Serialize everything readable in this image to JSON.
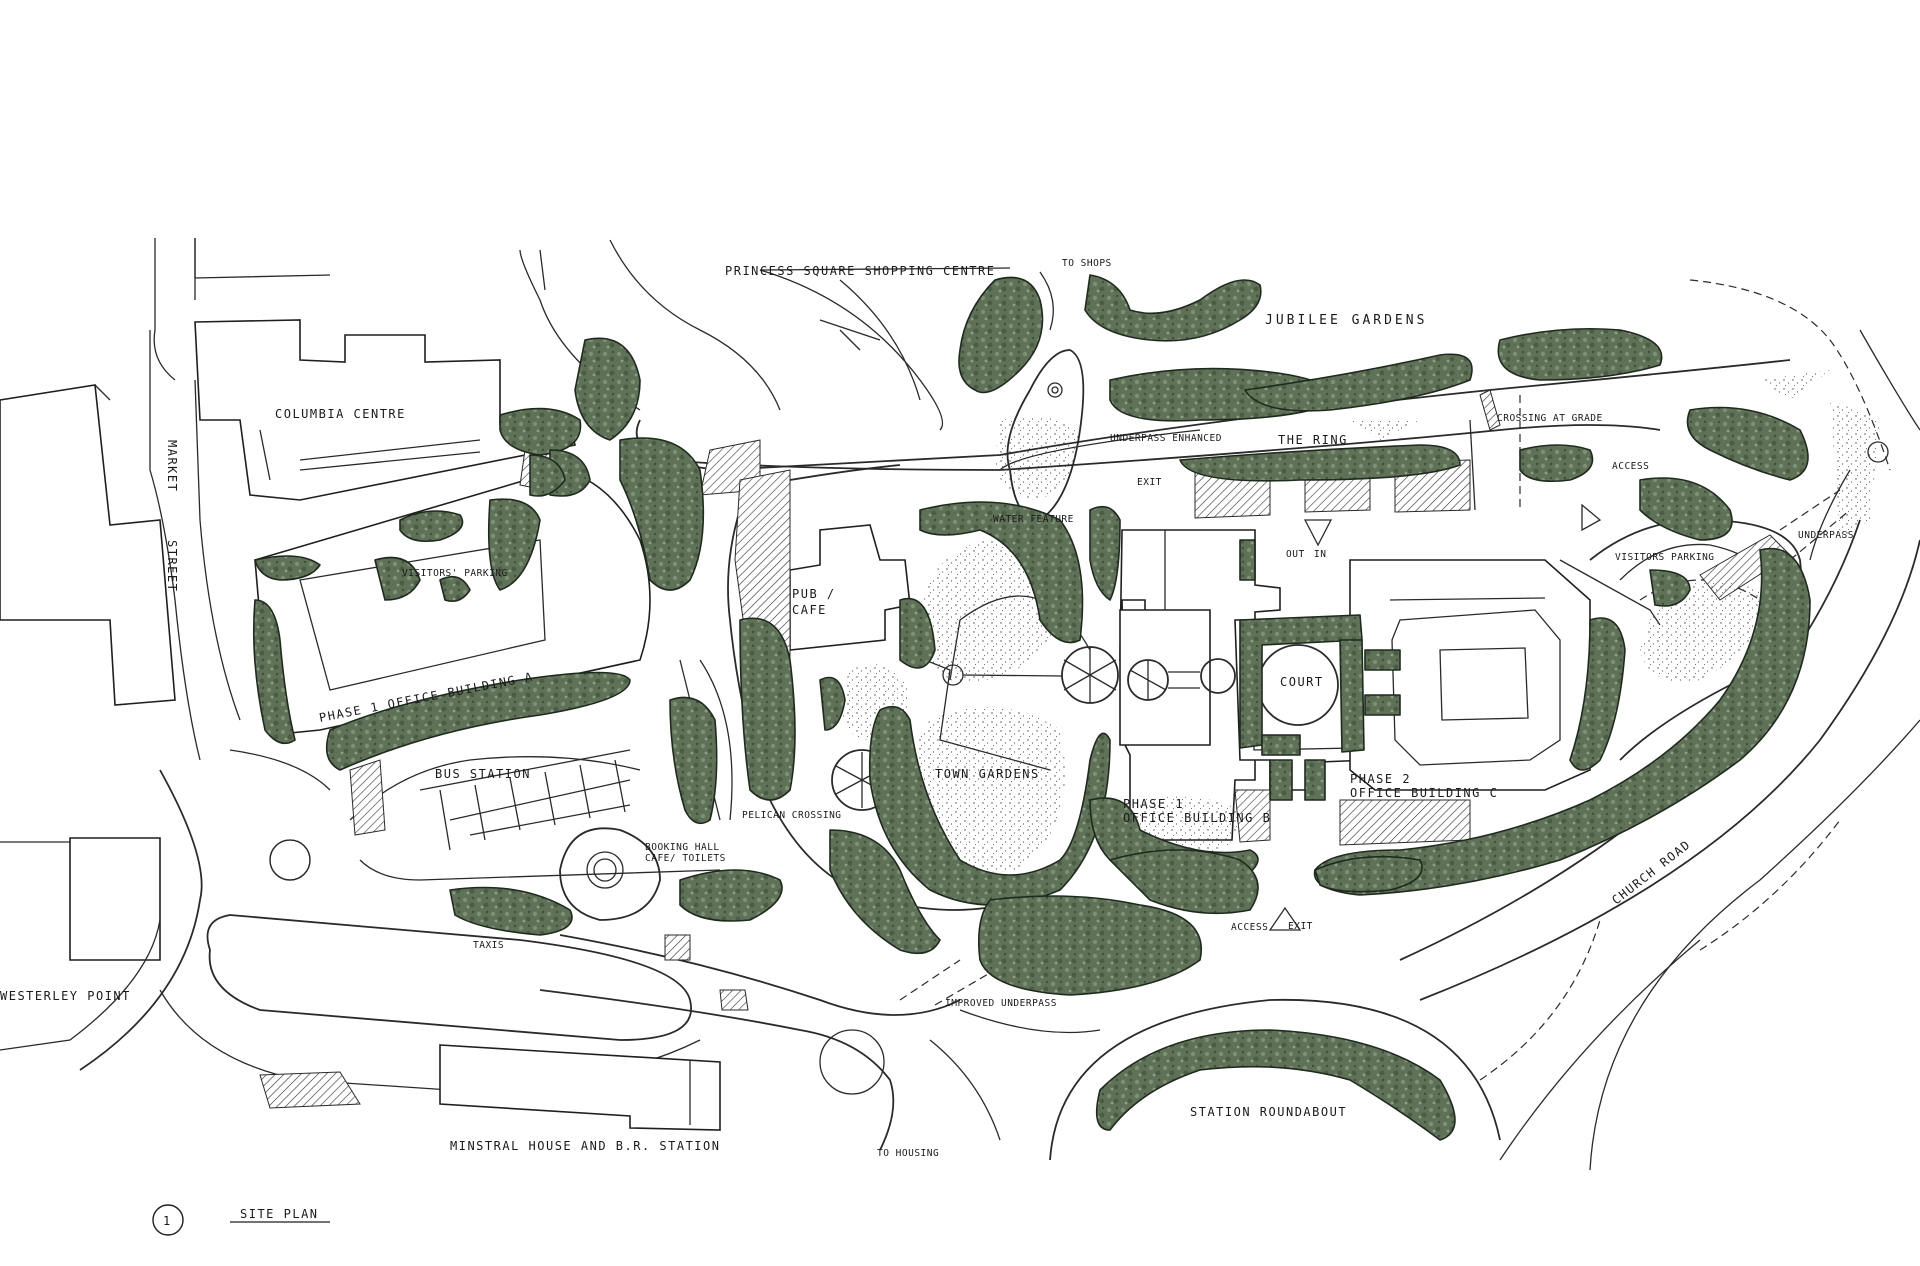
{
  "map": {
    "labels": {
      "princess_square": "PRINCESS SQUARE SHOPPING CENTRE",
      "to_shops": "TO SHOPS",
      "jubilee_gardens": "JUBILEE GARDENS",
      "columbia_centre": "COLUMBIA CENTRE",
      "market": "MARKET",
      "street": "STREET",
      "visitors_parking_a": "VISITORS' PARKING",
      "phase1_a": "PHASE 1 OFFICE BUILDING A",
      "bus_station": "BUS STATION",
      "booking_hall_1": "BOOKING HALL",
      "booking_hall_2": "CAFE/ TOILETS",
      "taxis": "TAXIS",
      "westerley_point": "WESTERLEY POINT",
      "minstral_house": "MINSTRAL HOUSE AND B.R. STATION",
      "to_housing": "TO HOUSING",
      "improved_underpass": "IMPROVED UNDERPASS",
      "station_roundabout": "STATION ROUNDABOUT",
      "pub_1": "PUB /",
      "pub_2": "CAFE",
      "town_gardens": "TOWN GARDENS",
      "pelican_crossing": "PELICAN CROSSING",
      "water_feature": "WATER FEATURE",
      "underpass_enhanced": "UNDERPASS ENHANCED",
      "the_ring": "THE RING",
      "exit_top": "EXIT",
      "out": "OUT",
      "in": "IN",
      "crossing_at_grade": "CROSSING AT GRADE",
      "access_top": "ACCESS",
      "underpass": "UNDERPASS",
      "visitors_parking_c": "VISITORS PARKING",
      "court": "COURT",
      "phase1_b_1": "PHASE 1",
      "phase1_b_2": "OFFICE BUILDING B",
      "phase2_c_1": "PHASE 2",
      "phase2_c_2": "OFFICE BUILDING C",
      "church_road": "CHURCH ROAD",
      "access_bottom": "ACCESS",
      "exit_bottom": "EXIT",
      "site_plan_number": "1",
      "site_plan_title": "SITE PLAN"
    },
    "colors": {
      "tree_fill": "#5f7257",
      "tree_outline": "#1f2a1f",
      "linework": "#2a2a2a",
      "paper": "#ffffff"
    }
  }
}
